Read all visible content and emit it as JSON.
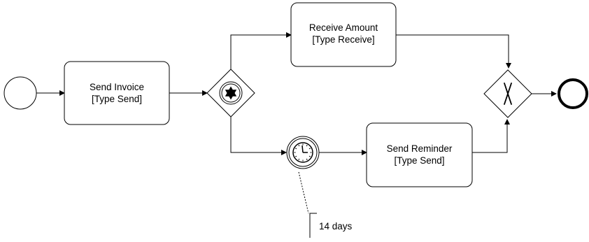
{
  "tasks": {
    "send_invoice": {
      "line1": "Send Invoice",
      "line2": "[Type Send]"
    },
    "receive_amount": {
      "line1": "Receive Amount",
      "line2": "[Type Receive]"
    },
    "send_reminder": {
      "line1": "Send Reminder",
      "line2": "[Type Send]"
    }
  },
  "timer_annotation": "14 days",
  "icons": {
    "start": "start-event-circle",
    "event_gateway": "event-based-gateway-star",
    "timer": "timer-intermediate-clock",
    "exclusive_gateway": "exclusive-gateway-x",
    "end": "end-event-thick-circle"
  }
}
